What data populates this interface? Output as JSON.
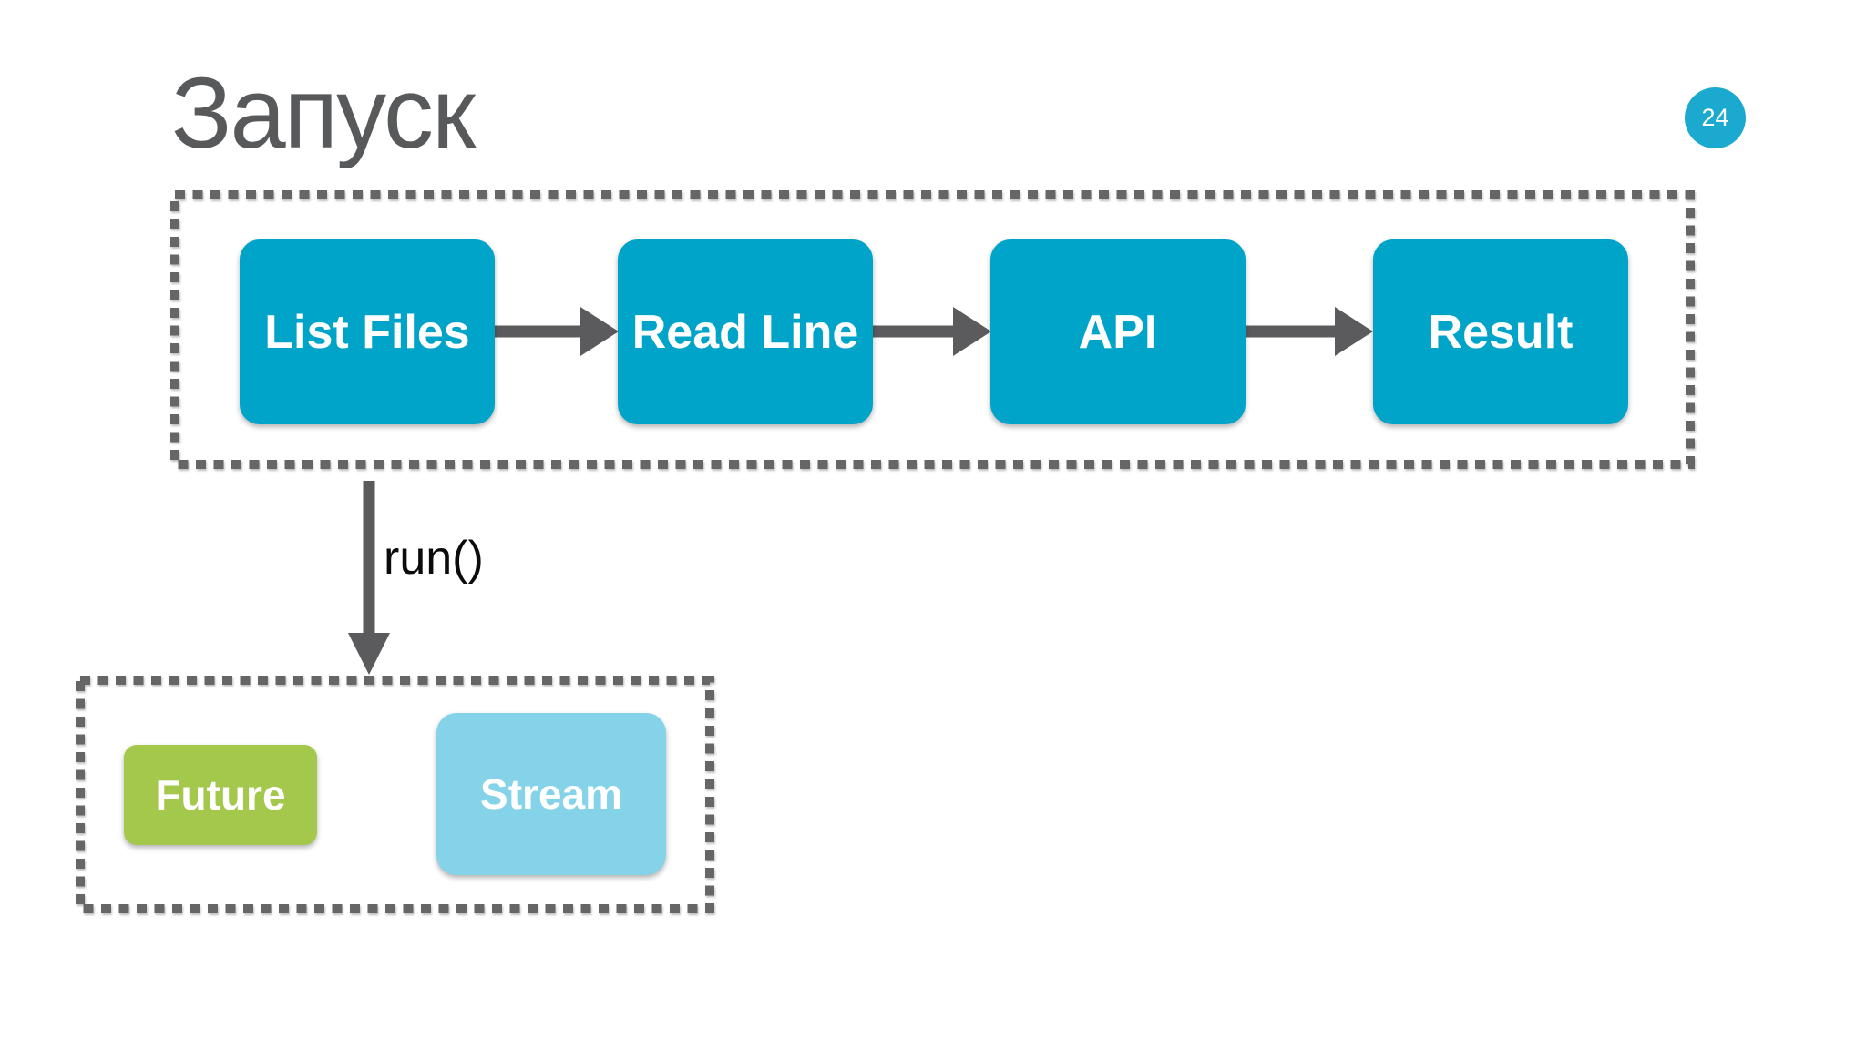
{
  "slide": {
    "title": "Запуск",
    "page_badge": "24",
    "run_label": "run()",
    "pipeline_nodes": [
      {
        "label": "List Files"
      },
      {
        "label": "Read Line"
      },
      {
        "label": "API"
      },
      {
        "label": "Result"
      }
    ],
    "result_nodes": [
      {
        "label": "Future"
      },
      {
        "label": "Stream"
      }
    ],
    "colors": {
      "background": "#FFFFFF",
      "node_teal": "#00A4C9",
      "future_green": "#A3C84C",
      "stream_blue": "#85D3E8",
      "badge_teal": "#1CA9CF",
      "arrow_gray": "#5B5B5D",
      "dash_gray": "#666666",
      "title_gray": "#58595B",
      "run_label_black": "#0B0B0B"
    }
  }
}
